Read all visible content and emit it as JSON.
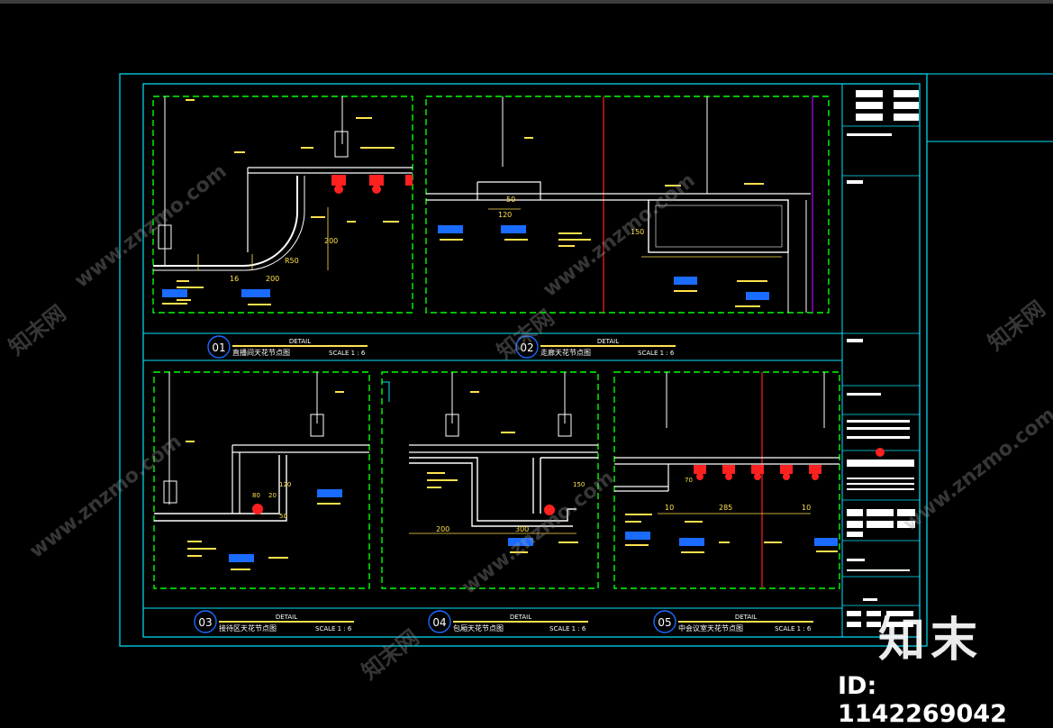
{
  "colors": {
    "background": "#000000",
    "frame": "#00e5ff",
    "detail_border": "#00ff00",
    "geometry": "#ffffff",
    "section_line": "#ff2020",
    "annotation": "#ffe14d",
    "tag_box": "#1a6bff",
    "partition_line": "#b000ff"
  },
  "sheet": {
    "details": [
      {
        "number": "01",
        "header": "DETAIL",
        "title": "直播间天花节点图",
        "scale": "SCALE 1 : 6"
      },
      {
        "number": "02",
        "header": "DETAIL",
        "title": "走廊天花节点图",
        "scale": "SCALE 1 : 6"
      },
      {
        "number": "03",
        "header": "DETAIL",
        "title": "接待区天花节点图",
        "scale": "SCALE 1 : 6"
      },
      {
        "number": "04",
        "header": "DETAIL",
        "title": "包厢天花节点图",
        "scale": "SCALE 1 : 6"
      },
      {
        "number": "05",
        "header": "DETAIL",
        "title": "中会议室天花节点图",
        "scale": "SCALE 1 : 6"
      }
    ],
    "dimensions": {
      "d1": [
        "16",
        "200",
        "200",
        "R50"
      ],
      "d2": [
        "120",
        "50",
        "150"
      ],
      "d3": [
        "80",
        "20",
        "120",
        "50"
      ],
      "d4": [
        "200",
        "300",
        "150"
      ],
      "d5": [
        "10",
        "285",
        "10",
        "70"
      ]
    }
  },
  "watermarks": {
    "site": "www.znzmo.com",
    "cn": "知末网"
  },
  "branding": {
    "logo_text": "知末",
    "id_text": "ID: 1142269042"
  }
}
